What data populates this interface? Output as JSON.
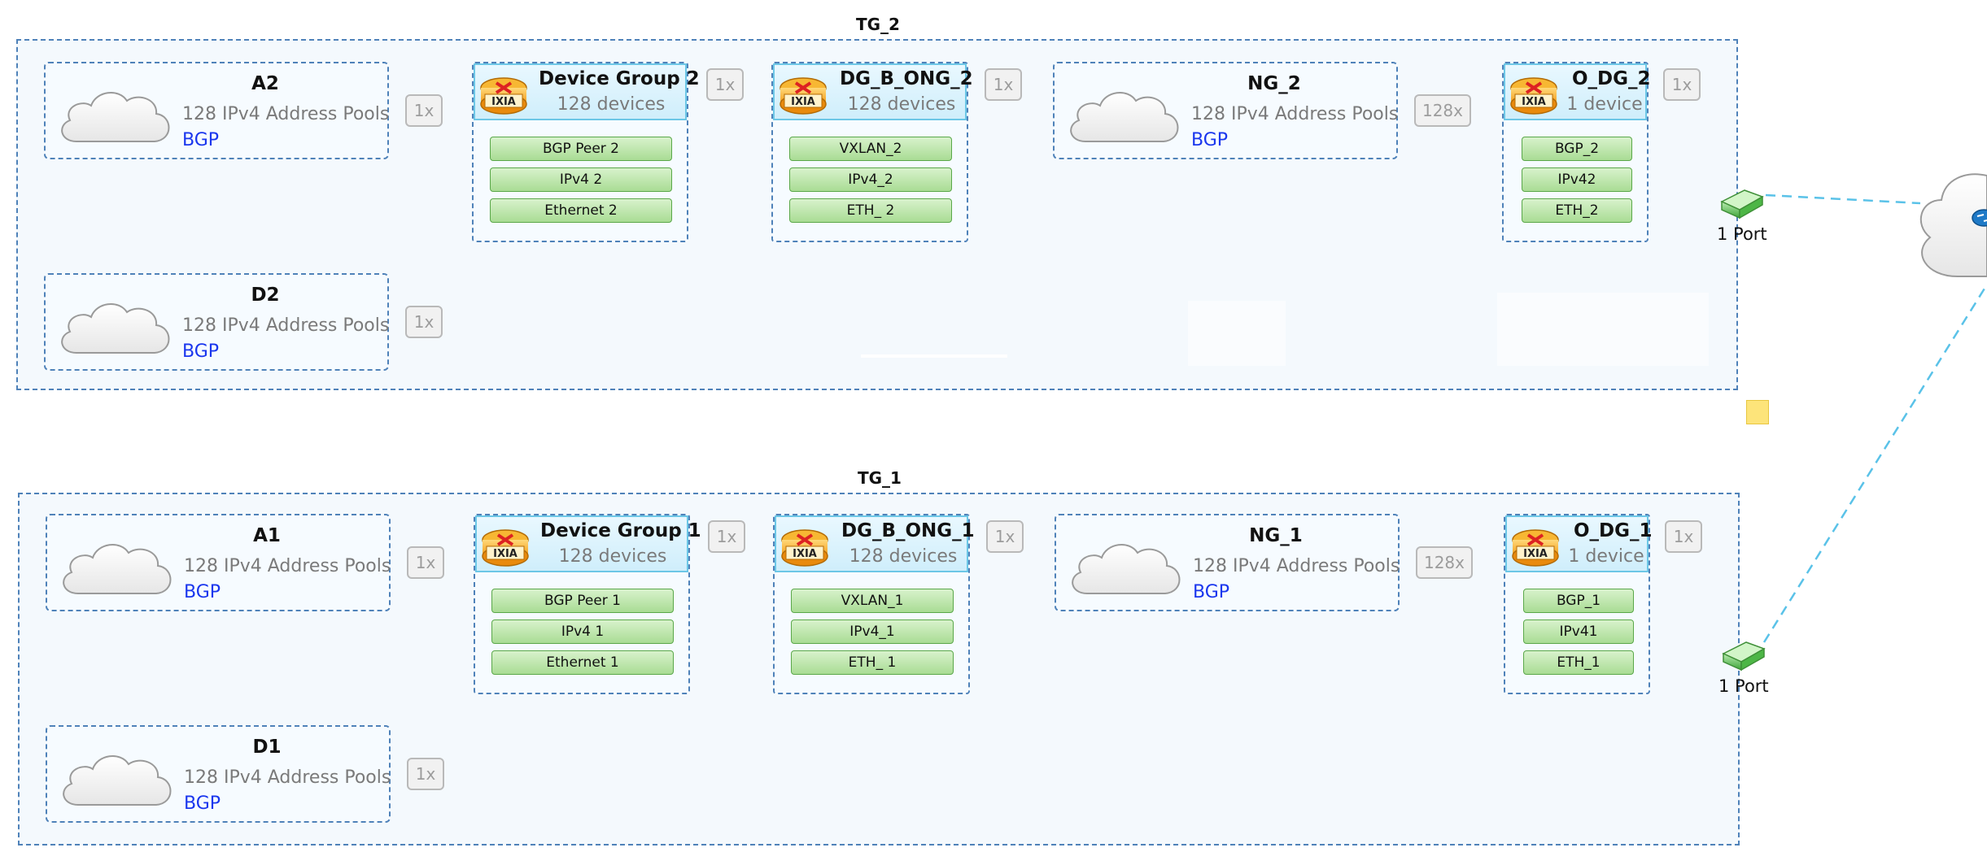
{
  "topology": {
    "colors": {
      "accent": "#1a8ad1",
      "link": "#5ac2e8",
      "protocol_green": "#a9dc94",
      "bgp_blue": "#1a36ee"
    },
    "tg2": {
      "title": "TG_2",
      "network_groups": {
        "a": {
          "name": "A2",
          "desc": "128 IPv4 Address Pools",
          "proto": "BGP",
          "mult": "1x"
        },
        "d": {
          "name": "D2",
          "desc": "128 IPv4 Address Pools",
          "proto": "BGP",
          "mult": "1x"
        },
        "ng": {
          "name": "NG_2",
          "desc": "128 IPv4 Address Pools",
          "proto": "BGP",
          "mult": "128x"
        }
      },
      "device_groups": {
        "dg": {
          "name": "Device Group 2",
          "count": "128 devices",
          "mult": "1x",
          "stack": [
            "BGP Peer 2",
            "IPv4 2",
            "Ethernet 2"
          ]
        },
        "ong": {
          "name": "DG_B_ONG_2",
          "count": "128 devices",
          "mult": "1x",
          "stack": [
            "VXLAN_2",
            "IPv4_2",
            "ETH_ 2"
          ]
        },
        "odg": {
          "name": "O_DG_2",
          "count": "1 device",
          "mult": "1x",
          "stack": [
            "BGP_2",
            "IPv42",
            "ETH_2"
          ]
        }
      },
      "port": "1 Port"
    },
    "tg1": {
      "title": "TG_1",
      "network_groups": {
        "a": {
          "name": "A1",
          "desc": "128 IPv4 Address Pools",
          "proto": "BGP",
          "mult": "1x"
        },
        "d": {
          "name": "D1",
          "desc": "128 IPv4 Address Pools",
          "proto": "BGP",
          "mult": "1x"
        },
        "ng": {
          "name": "NG_1",
          "desc": "128 IPv4 Address Pools",
          "proto": "BGP",
          "mult": "128x"
        }
      },
      "device_groups": {
        "dg": {
          "name": "Device Group 1",
          "count": "128 devices",
          "mult": "1x",
          "stack": [
            "BGP Peer 1",
            "IPv4 1",
            "Ethernet 1"
          ]
        },
        "ong": {
          "name": "DG_B_ONG_1",
          "count": "128 devices",
          "mult": "1x",
          "stack": [
            "VXLAN_1",
            "IPv4_1",
            "ETH_ 1"
          ]
        },
        "odg": {
          "name": "O_DG_1",
          "count": "1 device",
          "mult": "1x",
          "stack": [
            "BGP_1",
            "IPv41",
            "ETH_1"
          ]
        }
      },
      "port": "1 Port"
    },
    "icons": [
      "cloud-icon",
      "ixia-device-group-icon",
      "port-icon",
      "router-cloud-icon",
      "note-icon"
    ]
  }
}
